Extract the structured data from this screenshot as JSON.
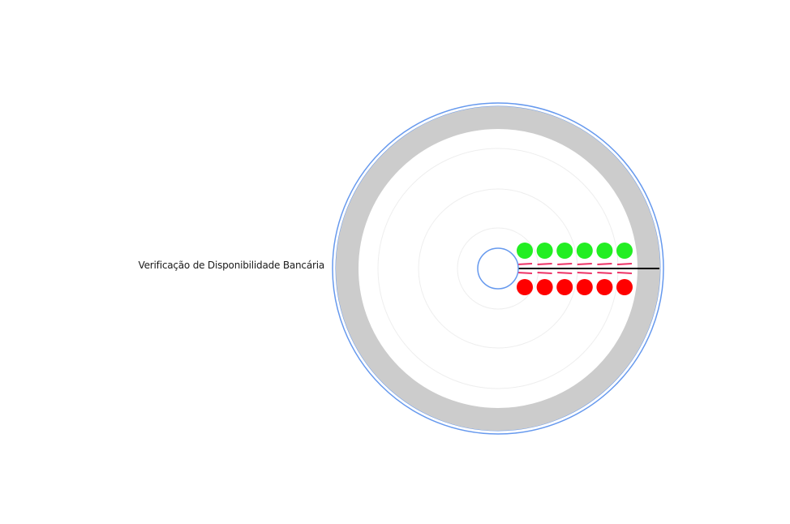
{
  "diagram": {
    "label": "Verificação de Disponibilidade Bancária",
    "colors": {
      "outer_ring_stroke": "#6699ee",
      "ring_fill": "#cccccc",
      "inner_fill": "#ffffff",
      "guide_rings": "#eeeeee",
      "hub_stroke": "#6699ee",
      "ray": "#000000",
      "pass_dot": "#22ee22",
      "fail_dot": "#ff0000",
      "tick_marks": "#ee3366"
    },
    "pass_dots": 6,
    "fail_dots": 6
  }
}
